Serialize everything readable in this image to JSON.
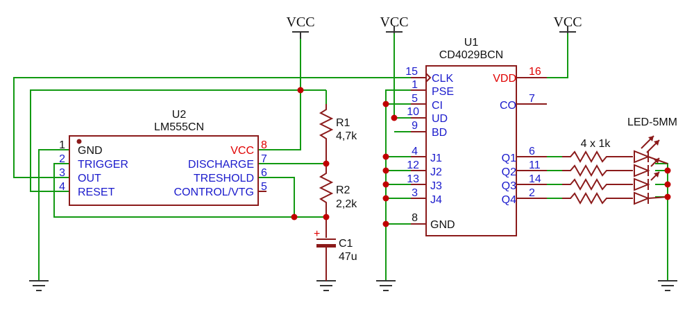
{
  "power": {
    "vcc_label": "VCC"
  },
  "u2": {
    "ref": "U2",
    "part": "LM555CN",
    "pins": [
      {
        "num": "1",
        "name": "GND"
      },
      {
        "num": "2",
        "name": "TRIGGER"
      },
      {
        "num": "3",
        "name": "OUT"
      },
      {
        "num": "4",
        "name": "RESET"
      },
      {
        "num": "8",
        "name": "VCC"
      },
      {
        "num": "7",
        "name": "DISCHARGE"
      },
      {
        "num": "6",
        "name": "TRESHOLD"
      },
      {
        "num": "5",
        "name": "CONTROL/VTG"
      }
    ]
  },
  "u1": {
    "ref": "U1",
    "part": "CD4029BCN",
    "pins": [
      {
        "num": "15",
        "name": "CLK"
      },
      {
        "num": "1",
        "name": "PSE"
      },
      {
        "num": "5",
        "name": "CI"
      },
      {
        "num": "10",
        "name": "UD"
      },
      {
        "num": "9",
        "name": "BD"
      },
      {
        "num": "4",
        "name": "J1"
      },
      {
        "num": "12",
        "name": "J2"
      },
      {
        "num": "13",
        "name": "J3"
      },
      {
        "num": "3",
        "name": "J4"
      },
      {
        "num": "8",
        "name": "GND"
      },
      {
        "num": "16",
        "name": "VDD"
      },
      {
        "num": "7",
        "name": "CO"
      },
      {
        "num": "6",
        "name": "Q1"
      },
      {
        "num": "11",
        "name": "Q2"
      },
      {
        "num": "14",
        "name": "Q3"
      },
      {
        "num": "2",
        "name": "Q4"
      }
    ]
  },
  "r1": {
    "ref": "R1",
    "value": "4,7k"
  },
  "r2": {
    "ref": "R2",
    "value": "2,2k"
  },
  "c1": {
    "ref": "C1",
    "value": "47u",
    "polarity": "+"
  },
  "rarray": {
    "value": "4 x 1k"
  },
  "leds": {
    "value": "LED-5MM"
  }
}
